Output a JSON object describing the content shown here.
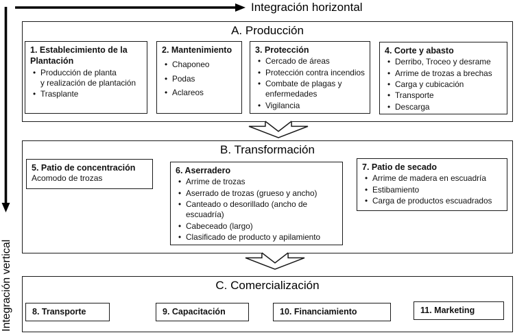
{
  "labels": {
    "horizontal_integration": "Integración horizontal",
    "vertical_integration": "Integración vertical"
  },
  "sections": {
    "production": {
      "title": "A. Producción",
      "boxes": [
        {
          "heading": "1. Establecimiento de la\nPlantación",
          "bullets": [
            "Producción de planta\ny realización de plantación",
            "Trasplante"
          ]
        },
        {
          "heading": "2. Mantenimiento",
          "bullets": [
            "Chaponeo",
            "Podas",
            "Aclareos"
          ]
        },
        {
          "heading": "3. Protección",
          "bullets": [
            "Cercado de áreas",
            "Protección contra incendios",
            "Combate de plagas y\nenfermedades",
            "Vigilancia"
          ]
        },
        {
          "heading": "4. Corte y abasto",
          "bullets": [
            "Derribo, Troceo y desrame",
            "Arrime de trozas a brechas",
            "Carga y cubicación",
            "Transporte",
            "Descarga"
          ]
        }
      ]
    },
    "transformation": {
      "title": "B. Transformación",
      "boxes": [
        {
          "heading": "5. Patio de concentración",
          "note": "Acomodo de trozas"
        },
        {
          "heading": "6. Aserradero",
          "bullets": [
            "Arrime de trozas",
            "Aserrado de trozas (grueso y ancho)",
            "Canteado o desorillado (ancho de\nescuadría)",
            "Cabeceado (largo)",
            "Clasificado de producto y apilamiento"
          ]
        },
        {
          "heading": "7. Patio de secado",
          "bullets": [
            "Arrime de madera en escuadría",
            "Estibamiento",
            "Carga de productos escuadrados"
          ]
        }
      ]
    },
    "commercialization": {
      "title": "C. Comercialización",
      "boxes": [
        {
          "heading": "8. Transporte"
        },
        {
          "heading": "9. Capacitación"
        },
        {
          "heading": "10. Financiamiento"
        },
        {
          "heading": "11. Marketing"
        }
      ]
    }
  },
  "colors": {
    "ink": "#1a1a1a",
    "background": "#ffffff"
  }
}
